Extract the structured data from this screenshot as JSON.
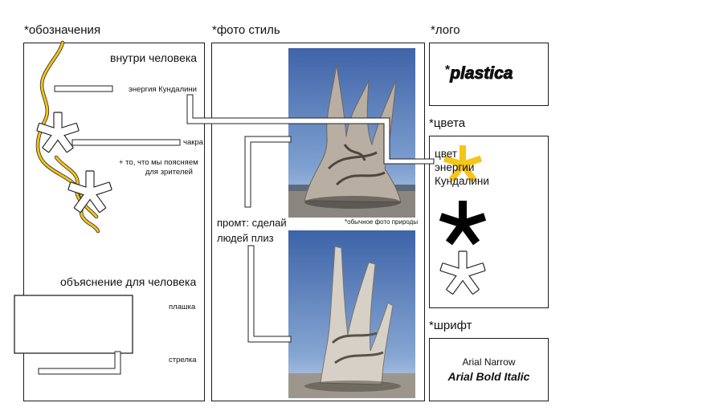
{
  "headings": {
    "legend": "*обозначения",
    "photo_style": "*фото стиль",
    "logo": "*лого",
    "colors": "*цвета",
    "font": "*шрифт"
  },
  "legend": {
    "inside_person": "внутри человека",
    "kundalini_energy": "энергия Кундалини",
    "chakra": "чакра",
    "explain_line1": "+ то, что мы поясняем",
    "explain_line2": "для зрителей",
    "explanation_for_person": "объяснение для человека",
    "plate": "плашка",
    "arrow": "стрелка"
  },
  "photo_style": {
    "caption": "*обычное фото природы",
    "prompt_line1": "промт: сделай",
    "prompt_line2": "людей плиз"
  },
  "logo": {
    "text": "plastica"
  },
  "colors": {
    "label_line1": "цвет",
    "label_line2": "энергии",
    "label_line3": "Кундалини",
    "kundalini_yellow": "#f5c518",
    "black": "#000000",
    "white": "#ffffff"
  },
  "fonts": {
    "regular": "Arial Narrow",
    "bold_italic": "Arial Bold Italic"
  }
}
